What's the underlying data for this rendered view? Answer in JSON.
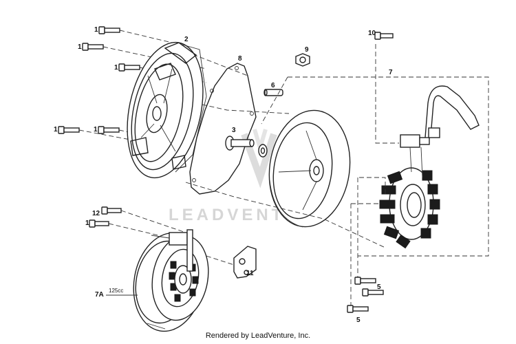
{
  "diagram": {
    "callouts": [
      {
        "id": "c-1a",
        "text": "1"
      },
      {
        "id": "c-1b",
        "text": "1"
      },
      {
        "id": "c-1c",
        "text": "1"
      },
      {
        "id": "c-1d",
        "text": "1"
      },
      {
        "id": "c-1e",
        "text": "1"
      },
      {
        "id": "c-2",
        "text": "2"
      },
      {
        "id": "c-3",
        "text": "3"
      },
      {
        "id": "c-5a",
        "text": "5"
      },
      {
        "id": "c-5b",
        "text": "5"
      },
      {
        "id": "c-6",
        "text": "6"
      },
      {
        "id": "c-7",
        "text": "7"
      },
      {
        "id": "c-7a",
        "text": "7A"
      },
      {
        "id": "c-8",
        "text": "8"
      },
      {
        "id": "c-9",
        "text": "9"
      },
      {
        "id": "c-10",
        "text": "10"
      },
      {
        "id": "c-11",
        "text": "11"
      },
      {
        "id": "c-12a",
        "text": "12"
      },
      {
        "id": "c-12b",
        "text": "1"
      }
    ],
    "variant_note": "125cc",
    "watermark": "LEADVENTURE",
    "footer": "Rendered by LeadVenture, Inc."
  }
}
